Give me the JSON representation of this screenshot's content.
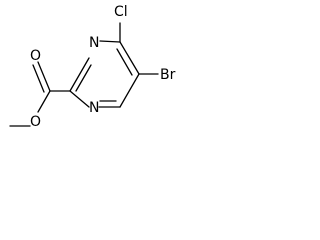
{
  "molecule": {
    "atoms": {
      "cl": "Cl",
      "br": "Br",
      "n_top": "N",
      "n_bottom": "N",
      "o_carbonyl": "O",
      "o_ester": "O"
    },
    "colors": {
      "bond": "#000000",
      "label": "#000000",
      "background": "#ffffff"
    }
  }
}
